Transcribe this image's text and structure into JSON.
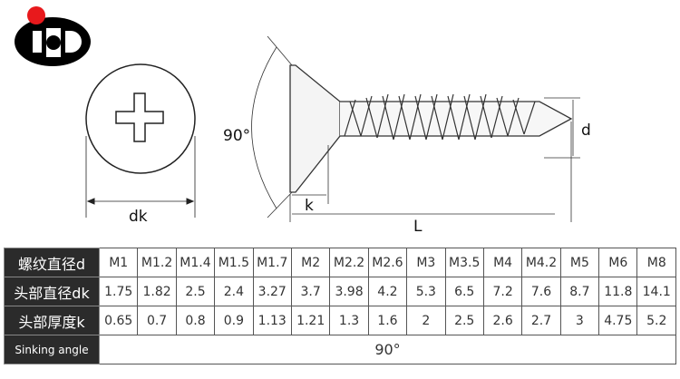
{
  "logo": {
    "text": "JHD",
    "dot_color": "#e8191c"
  },
  "drawing": {
    "labels": {
      "angle": "90°",
      "d": "d",
      "dk": "dk",
      "k": "k",
      "L": "L"
    }
  },
  "table": {
    "row_headers": [
      "螺纹直径d",
      "头部直径dk",
      "头部厚度k",
      "Sinking angle"
    ],
    "sizes": [
      "M1",
      "M1.2",
      "M1.4",
      "M1.5",
      "M1.7",
      "M2",
      "M2.2",
      "M2.6",
      "M3",
      "M3.5",
      "M4",
      "M4.2",
      "M5",
      "M6",
      "M8"
    ],
    "dk": [
      "1.75",
      "1.82",
      "2.5",
      "2.4",
      "3.27",
      "3.7",
      "3.98",
      "4.2",
      "5.3",
      "6.5",
      "7.2",
      "7.6",
      "8.7",
      "11.8",
      "14.1"
    ],
    "k": [
      "0.65",
      "0.7",
      "0.8",
      "0.9",
      "1.13",
      "1.21",
      "1.3",
      "1.6",
      "2",
      "2.5",
      "2.6",
      "2.7",
      "3",
      "4.75",
      "5.2"
    ],
    "sinking_angle": "90°"
  }
}
